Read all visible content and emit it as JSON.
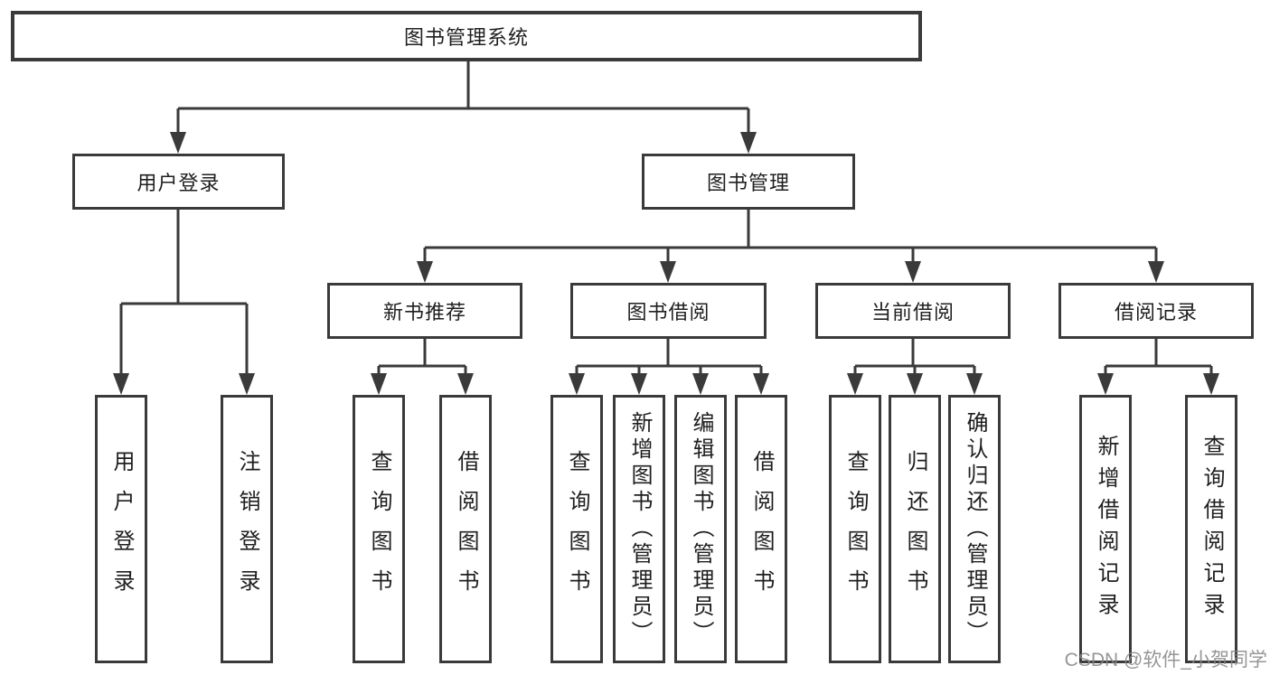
{
  "watermark": "CSDN @软件_小贺同学",
  "colors": {
    "line": "#3a3a3a",
    "text": "#1f1f1f",
    "watermark": "#878787",
    "background": "#ffffff"
  },
  "tree": {
    "root": {
      "label": "图书管理系统"
    },
    "branches": [
      {
        "label": "用户登录",
        "children": [
          {
            "label": "用户登录"
          },
          {
            "label": "注销登录"
          }
        ]
      },
      {
        "label": "图书管理",
        "children": [
          {
            "label": "新书推荐",
            "children": [
              {
                "label": "查询图书"
              },
              {
                "label": "借阅图书"
              }
            ]
          },
          {
            "label": "图书借阅",
            "children": [
              {
                "label": "查询图书"
              },
              {
                "label": "新增图书（管理员）"
              },
              {
                "label": "编辑图书（管理员）"
              },
              {
                "label": "借阅图书"
              }
            ]
          },
          {
            "label": "当前借阅",
            "children": [
              {
                "label": "查询图书"
              },
              {
                "label": "归还图书"
              },
              {
                "label": "确认归还（管理员）"
              }
            ]
          },
          {
            "label": "借阅记录",
            "children": [
              {
                "label": "新增借阅记录"
              },
              {
                "label": "查询借阅记录"
              }
            ]
          }
        ]
      }
    ]
  }
}
